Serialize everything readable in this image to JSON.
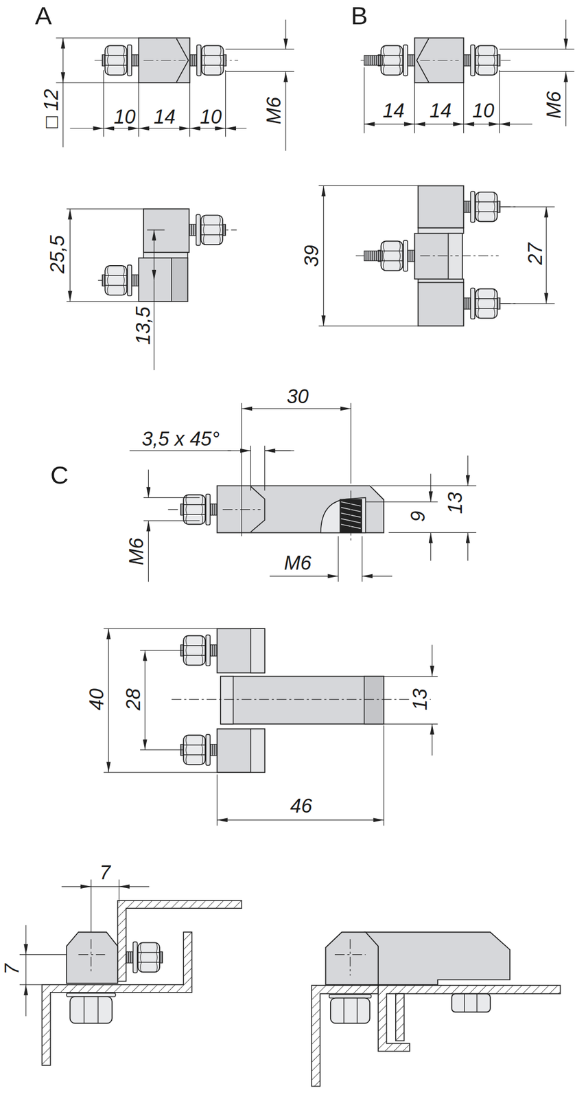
{
  "diagram": {
    "labels": [
      "A",
      "□ 12",
      "10",
      "14",
      "10",
      "M6",
      "B",
      "14",
      "14",
      "10",
      "M6",
      "25,5",
      "13,5",
      "39",
      "27",
      "C",
      "30",
      "3,5 x 45°",
      "M6",
      "9",
      "13",
      "M6",
      "40",
      "28",
      "13",
      "46",
      "7",
      "7"
    ]
  }
}
